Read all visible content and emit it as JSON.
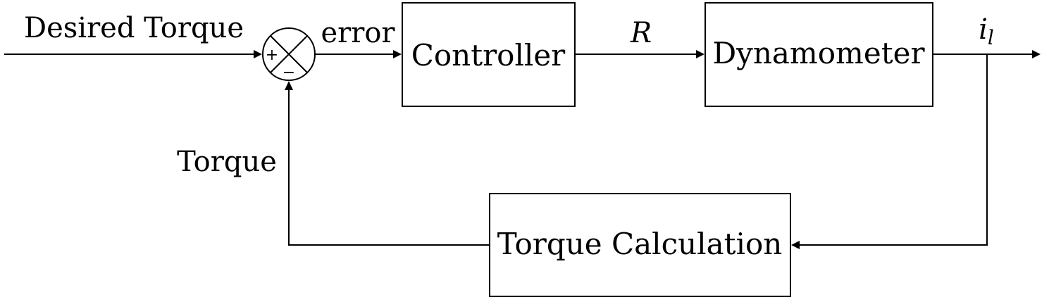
{
  "inputs": {
    "desired_torque": "Desired Torque",
    "error": "error",
    "feedback_torque": "Torque"
  },
  "summing_junction": {
    "plus_sign": "+",
    "minus_sign": "−"
  },
  "blocks": {
    "controller": "Controller",
    "dynamometer": "Dynamometer",
    "torque_calculation": "Torque Calculation"
  },
  "signals": {
    "r": "R",
    "i_main": "i",
    "i_sub": "l"
  }
}
